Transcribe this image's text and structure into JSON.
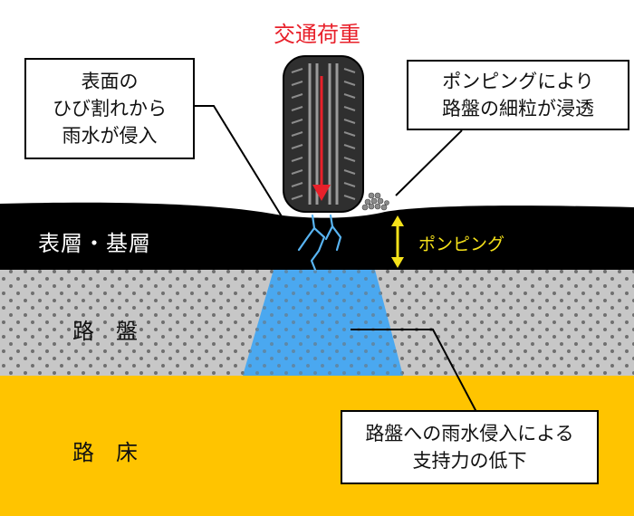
{
  "title": "交通荷重",
  "layers": {
    "surface": "表層・基層",
    "base": "路　盤",
    "subgrade": "路　床"
  },
  "pumping_label": "ポンピング",
  "callouts": {
    "cracks": [
      "表面の",
      "ひび割れから",
      "雨水が侵入"
    ],
    "pumping": [
      "ポンピングにより",
      "路盤の細粒が浸透"
    ],
    "support": [
      "路盤への雨水侵入による",
      "支持力の低下"
    ]
  },
  "colors": {
    "load_arrow": "#e8202a",
    "surface_layer": "#000000",
    "base_layer": "#c7c7c7",
    "subgrade_layer": "#ffc400",
    "water": "#4aa8f0",
    "cracks": "#58b4f2",
    "pumping": "#f6e21a"
  }
}
